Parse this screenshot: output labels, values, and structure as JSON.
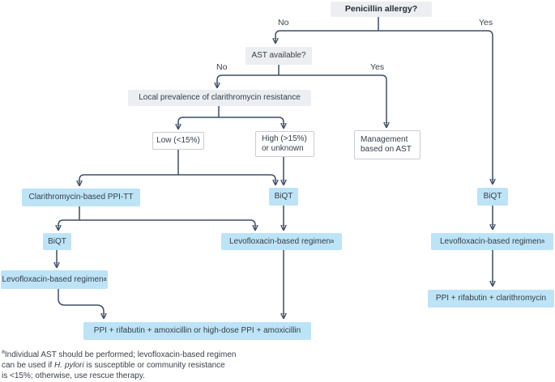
{
  "colors": {
    "question_fill": "#eceef1",
    "option_fill": "#ffffff",
    "option_border": "#c9cdd3",
    "treatment_fill": "#bde3f6",
    "connector": "#3e4e66",
    "text": "#353e4a"
  },
  "flowchart": {
    "title_node": "Penicillin allergy?",
    "labels": {
      "no": "No",
      "yes": "Yes"
    },
    "nodes": {
      "ast": "AST available?",
      "prevalence": "Local prevalence of clarithromycin resistance",
      "low": "Low (<15%)",
      "high": "High (>15%) or unknown",
      "management": "Management based on AST",
      "clarithro_ppitt": "Clarithromycin-based PPI-TT",
      "biqt": "BiQT",
      "levofloxacin": "Levofloxacin-based regimen",
      "levofloxacin_sup": "a",
      "ppi_rifabutin_amox": "PPI + rifabutin + amoxicillin or high-dose PPI + amoxicillin",
      "ppi_rifabutin_clarithro": "PPI + rifabutin + clarithromycin"
    },
    "footnote": {
      "sup": "a",
      "line1": "Individual AST should be performed; levofloxacin-based regimen",
      "line2_before": "can be used if ",
      "line2_italic": "H. pylori",
      "line2_after": " is susceptible or community resistance",
      "line3": "is <15%; otherwise, use rescue therapy."
    }
  }
}
